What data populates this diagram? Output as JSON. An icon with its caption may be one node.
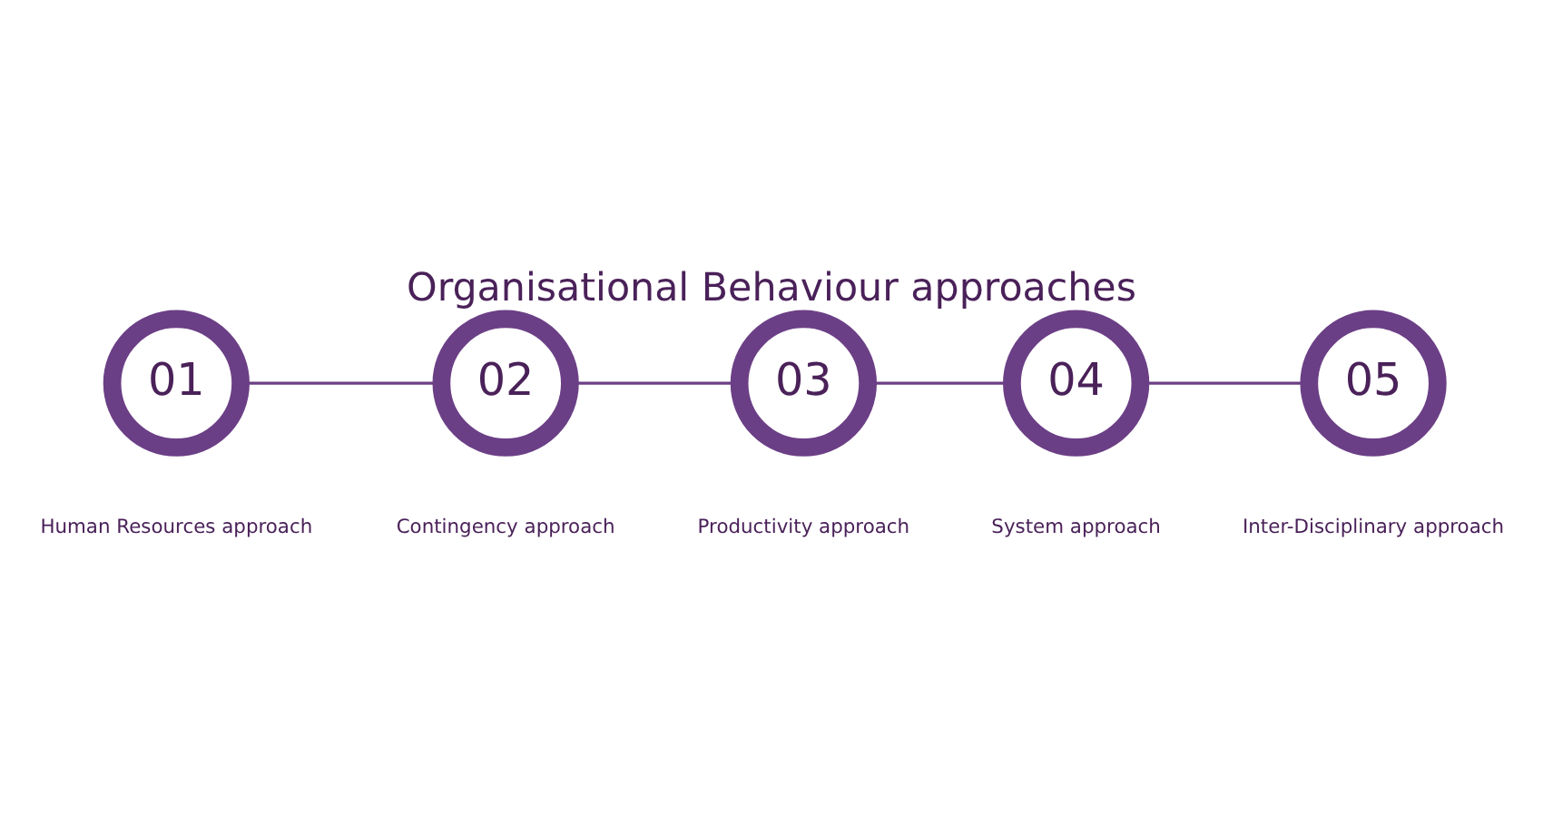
{
  "diagram": {
    "title": "Organisational Behaviour approaches",
    "nodes": [
      {
        "text": [
          "01"
        ],
        "beside": [
          "Human Resources approach"
        ]
      },
      {
        "text": [
          "02"
        ],
        "beside": [
          "Contingency approach"
        ]
      },
      {
        "text": [
          "03"
        ],
        "beside": [
          "Productivity approach"
        ]
      },
      {
        "text": [
          "04"
        ],
        "beside": [
          "System approach"
        ]
      },
      {
        "text": [
          "05"
        ],
        "beside": [
          "Inter-Disciplinary approach"
        ]
      }
    ],
    "edges": [
      {
        "from": 0,
        "to": 1,
        "arrow": "none"
      },
      {
        "from": 1,
        "to": 2,
        "arrow": "none"
      },
      {
        "from": 2,
        "to": 3,
        "arrow": "none"
      },
      {
        "from": 3,
        "to": 4,
        "arrow": "none"
      }
    ]
  }
}
